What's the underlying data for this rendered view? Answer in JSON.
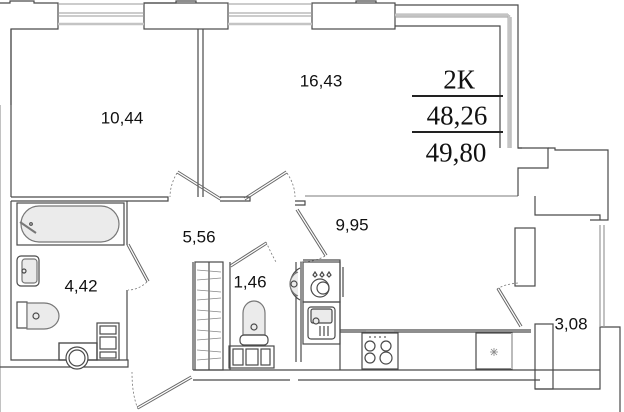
{
  "plan": {
    "apartment_type": "2К",
    "living_area": "48,26",
    "total_area": "49,80",
    "rooms": [
      {
        "id": "bedroom",
        "name": "room-bedroom",
        "area": "10,44"
      },
      {
        "id": "living",
        "name": "room-living",
        "area": "16,43"
      },
      {
        "id": "hall",
        "name": "room-hallway",
        "area": "5,56"
      },
      {
        "id": "kitchen",
        "name": "room-kitchen",
        "area": "9,95"
      },
      {
        "id": "bath",
        "name": "room-bathroom",
        "area": "4,42"
      },
      {
        "id": "wc",
        "name": "room-toilet",
        "area": "1,46"
      },
      {
        "id": "balcony",
        "name": "room-balcony",
        "area": "3,08"
      }
    ],
    "fixtures": [
      "bathtub-icon",
      "sink-icon",
      "toilet-icon",
      "washing-machine-icon",
      "cabinet-icon",
      "wardrobe-icon",
      "dishwasher-icon",
      "kitchen-sink-icon",
      "stove-icon",
      "fridge-icon"
    ],
    "colors": {
      "wall": "#4a4a4a",
      "window": "#bdbdbd",
      "fixture_fill": "#ebebeb",
      "text": "#111111"
    }
  }
}
